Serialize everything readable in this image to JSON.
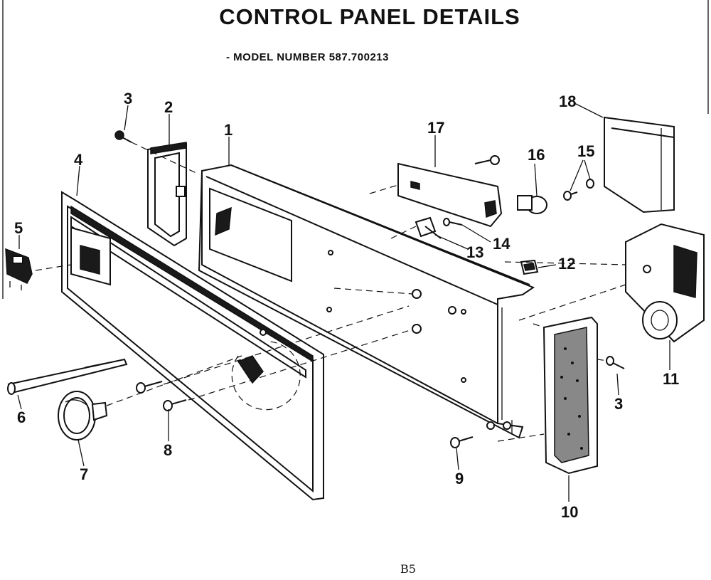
{
  "header": {
    "title": "CONTROL PANEL DETAILS",
    "model_number": "- MODEL NUMBER 587.700213"
  },
  "footer": {
    "page_code": "B5"
  },
  "part_labels": {
    "p1": "1",
    "p2": "2",
    "p3a": "3",
    "p3b": "3",
    "p4": "4",
    "p5": "5",
    "p6": "6",
    "p7": "7",
    "p8": "8",
    "p9": "9",
    "p10": "10",
    "p11": "11",
    "p12": "12",
    "p13": "13",
    "p14": "14",
    "p15": "15",
    "p16": "16",
    "p17": "17",
    "p18": "18"
  }
}
